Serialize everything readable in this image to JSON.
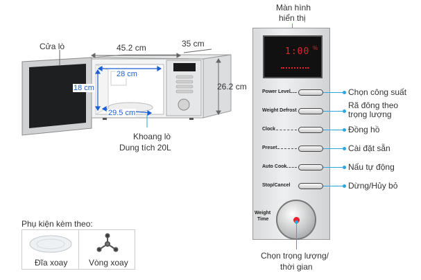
{
  "left": {
    "door_label": "Cửa lò",
    "width_dim": "45.2 cm",
    "depth_dim": "35 cm",
    "height_dim": "26.2 cm",
    "cavity_width": "28 cm",
    "cavity_height": "18 cm",
    "cavity_depth": "29.5 cm",
    "cavity_label_line1": "Khoang lò",
    "cavity_label_line2": "Dung tích 20L"
  },
  "accessories": {
    "title": "Phụ kiện kèm theo:",
    "items": [
      {
        "label": "Đĩa xoay"
      },
      {
        "label": "Vòng xoay"
      }
    ]
  },
  "panel": {
    "display_label_line1": "Màn hình",
    "display_label_line2": "hiển thị",
    "display_value": "1:00",
    "buttons": [
      {
        "name": "Power Level",
        "function": "Chọn công suất"
      },
      {
        "name": "Weight Defrost",
        "function": "Rã đông theo trọng lượng"
      },
      {
        "name": "Clock",
        "function": "Đồng hồ"
      },
      {
        "name": "Preset",
        "function": "Cài đặt sẵn"
      },
      {
        "name": "Auto Cook",
        "function": "Nấu tự động"
      },
      {
        "name": "Stop/Cancel",
        "function": "Dừng/Hủy bỏ"
      }
    ],
    "knob_label_line1": "Weight",
    "knob_label_line2": "Time",
    "knob_function_line1": "Chọn trọng lượng/",
    "knob_function_line2": "thời gian"
  },
  "colors": {
    "accent": "#2aa7df",
    "dimension_blue": "#1a5fd1",
    "display_red": "#e8232f"
  }
}
